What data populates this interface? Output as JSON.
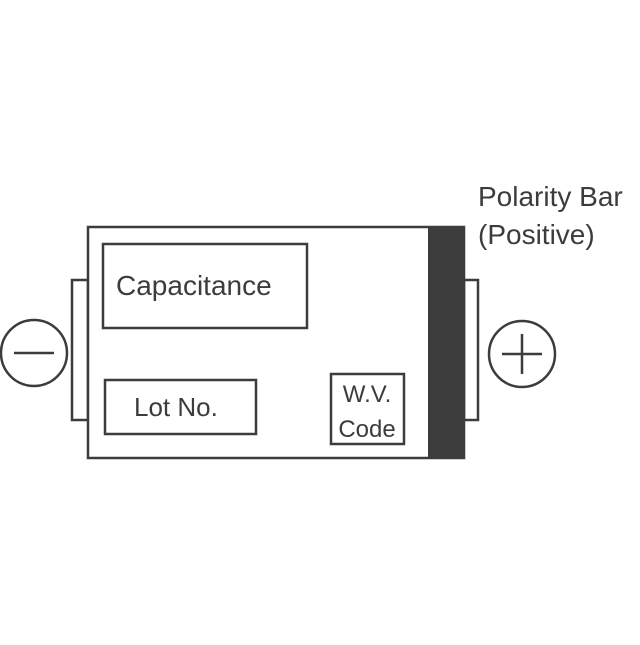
{
  "diagram": {
    "labels": {
      "polarity_bar_line1": "Polarity Bar",
      "polarity_bar_line2": "(Positive)",
      "capacitance": "Capacitance",
      "lot_no": "Lot No.",
      "wv_code_line1": "W.V.",
      "wv_code_line2": "Code"
    },
    "symbols": {
      "negative_terminal": "minus-icon",
      "positive_terminal": "plus-icon"
    },
    "colors": {
      "stroke": "#3c3c3c",
      "polarity_bar": "#3c3c3c",
      "text": "#3c3c3c",
      "background": "#ffffff"
    }
  }
}
